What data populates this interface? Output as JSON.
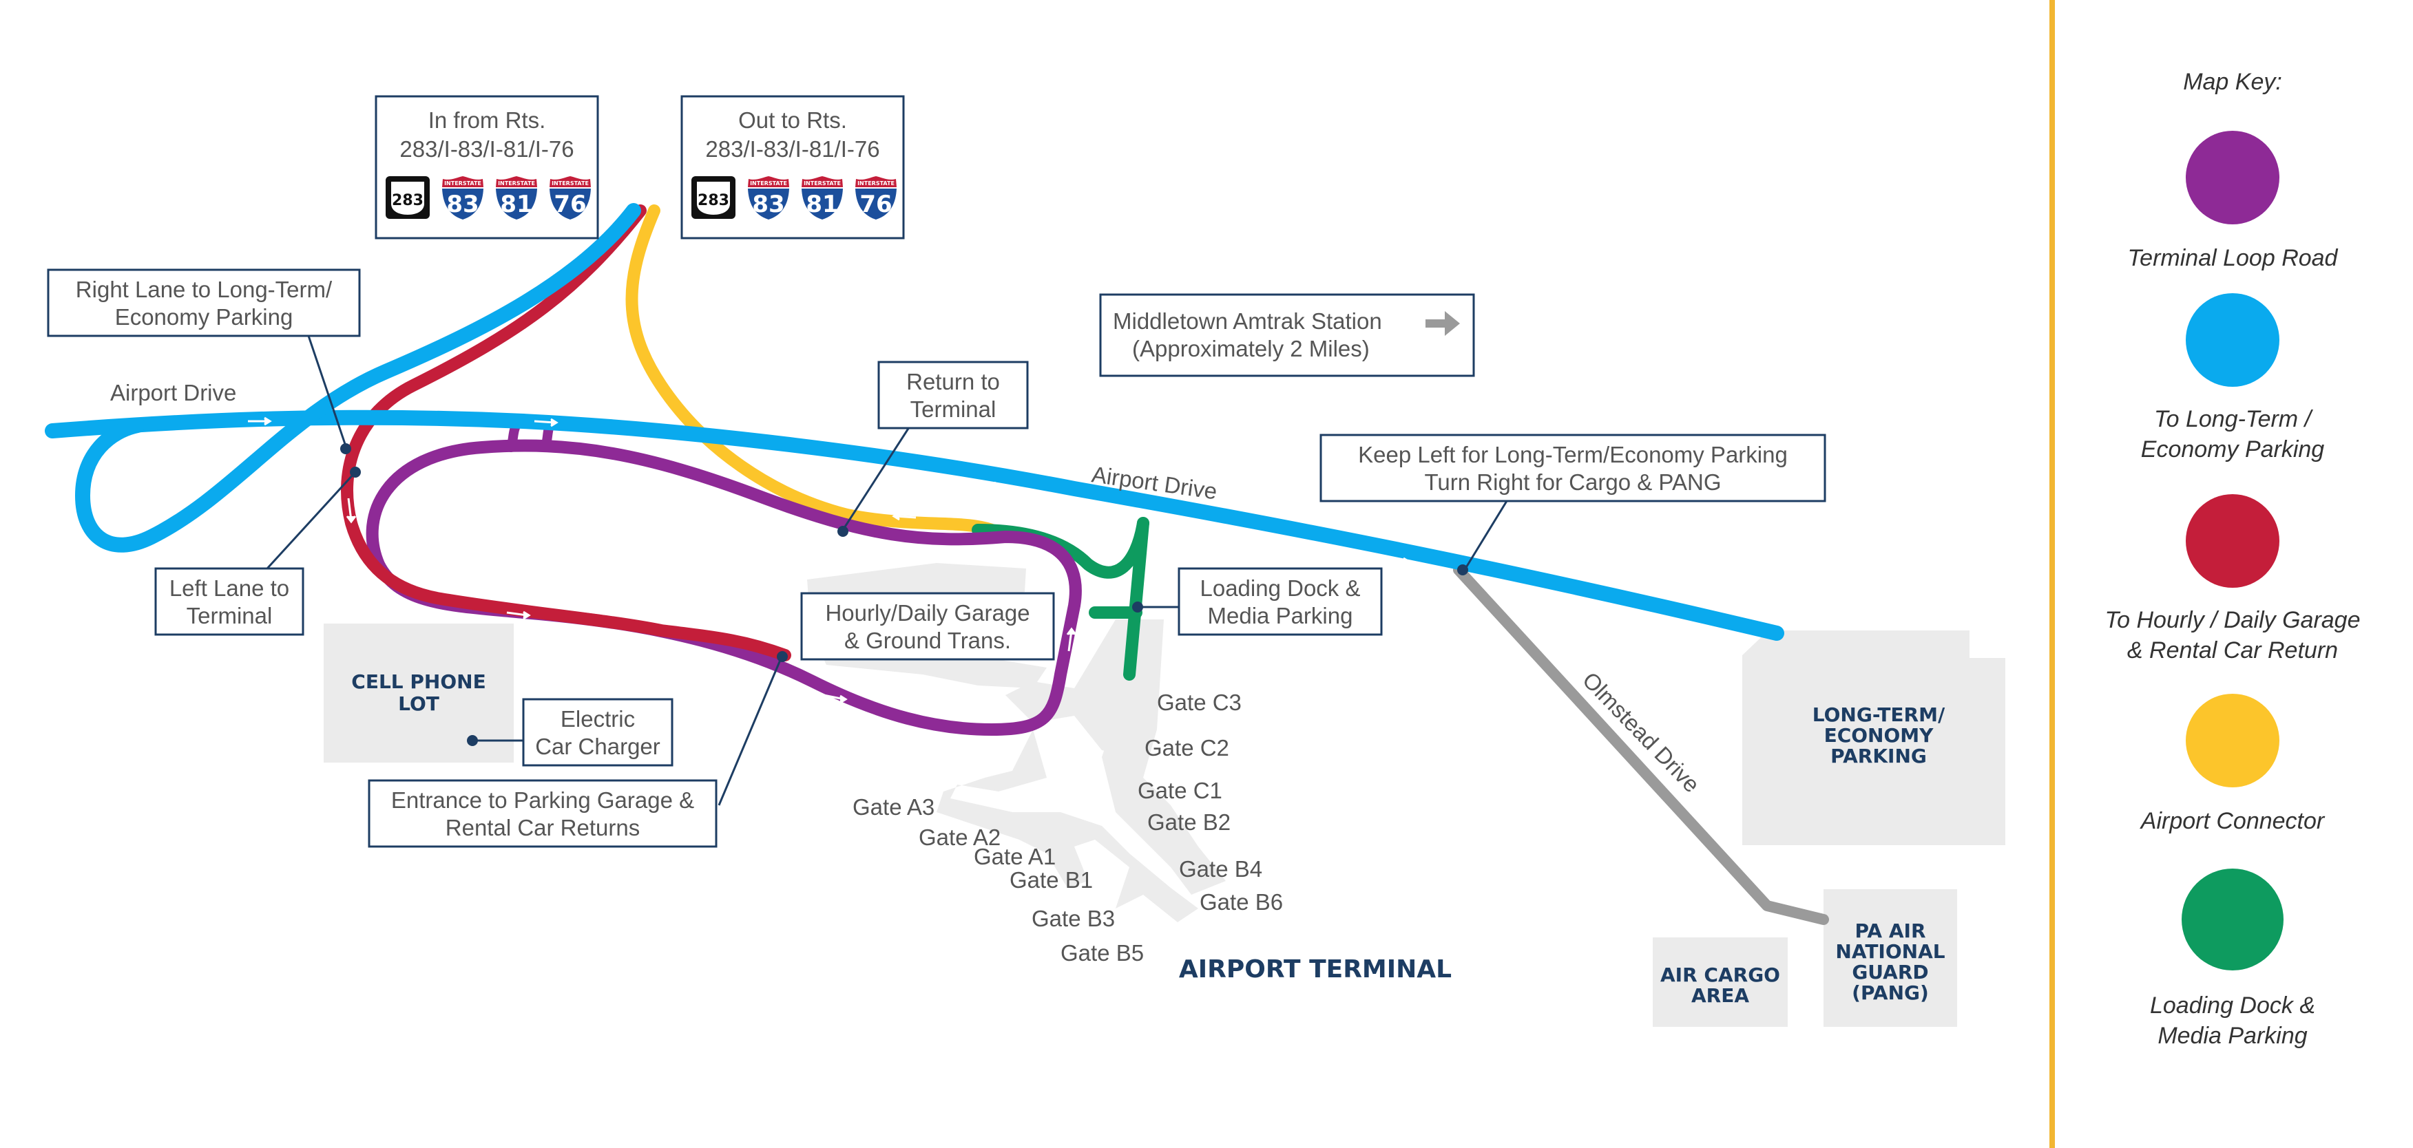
{
  "map": {
    "roads": {
      "airport_drive_west": "Airport Drive",
      "airport_drive_east": "Airport Drive",
      "olmstead_drive": "Olmstead Drive"
    },
    "callouts": {
      "in_from": {
        "line1": "In from Rts.",
        "line2": "283/I-83/I-81/I-76"
      },
      "out_to": {
        "line1": "Out to Rts.",
        "line2": "283/I-83/I-81/I-76"
      },
      "right_lane": {
        "line1": "Right Lane to Long-Term/",
        "line2": "Economy Parking"
      },
      "left_lane": {
        "line1": "Left Lane to",
        "line2": "Terminal"
      },
      "return_terminal": {
        "line1": "Return to",
        "line2": "Terminal"
      },
      "amtrak": {
        "line1": "Middletown Amtrak Station",
        "line2": "(Approximately 2 Miles)"
      },
      "keep_left": {
        "line1": "Keep Left for Long-Term/Economy Parking",
        "line2": "Turn Right for Cargo & PANG"
      },
      "loading_dock": {
        "line1": "Loading Dock &",
        "line2": "Media Parking"
      },
      "hourly_garage": {
        "line1": "Hourly/Daily Garage",
        "line2": "& Ground Trans."
      },
      "electric_charger": {
        "line1": "Electric",
        "line2": "Car Charger"
      },
      "entrance_garage": {
        "line1": "Entrance to Parking Garage &",
        "line2": "Rental Car Returns"
      }
    },
    "route_shields": [
      {
        "kind": "state",
        "number": "283"
      },
      {
        "kind": "interstate",
        "banner": "INTERSTATE",
        "number": "83"
      },
      {
        "kind": "interstate",
        "banner": "INTERSTATE",
        "number": "81"
      },
      {
        "kind": "interstate",
        "banner": "INTERSTATE",
        "number": "76"
      }
    ],
    "areas": {
      "cell_phone_lot": {
        "line1": "CELL PHONE",
        "line2": "LOT"
      },
      "long_term": {
        "line1": "LONG-TERM/",
        "line2": "ECONOMY",
        "line3": "PARKING"
      },
      "air_cargo": {
        "line1": "AIR CARGO",
        "line2": "AREA"
      },
      "pang": {
        "line1": "PA AIR",
        "line2": "NATIONAL",
        "line3": "GUARD",
        "line4": "(PANG)"
      },
      "terminal": "AIRPORT TERMINAL"
    },
    "gates": [
      "Gate C3",
      "Gate C2",
      "Gate C1",
      "Gate B2",
      "Gate B4",
      "Gate B6",
      "Gate A3",
      "Gate A2",
      "Gate A1",
      "Gate B1",
      "Gate B3",
      "Gate B5"
    ],
    "colors": {
      "terminal_loop": "#8e2a96",
      "long_term": "#0aaaee",
      "hourly_garage": "#c41e3a",
      "connector": "#fcc52b",
      "loading_dock": "#0e9b5f",
      "olmstead": "#9a9a9a",
      "box_border": "#1d3d63",
      "divider": "#f2b632"
    }
  },
  "key": {
    "title": "Map Key:",
    "items": [
      {
        "line1": "Terminal Loop Road",
        "line2": "",
        "color": "#8e2a96"
      },
      {
        "line1": "To Long-Term /",
        "line2": "Economy Parking",
        "color": "#0aaaee"
      },
      {
        "line1": "To Hourly / Daily Garage",
        "line2": "& Rental Car Return",
        "color": "#c41e3a"
      },
      {
        "line1": "Airport Connector",
        "line2": "",
        "color": "#fcc52b"
      },
      {
        "line1": "Loading Dock &",
        "line2": "Media Parking",
        "color": "#0e9b5f"
      }
    ]
  }
}
